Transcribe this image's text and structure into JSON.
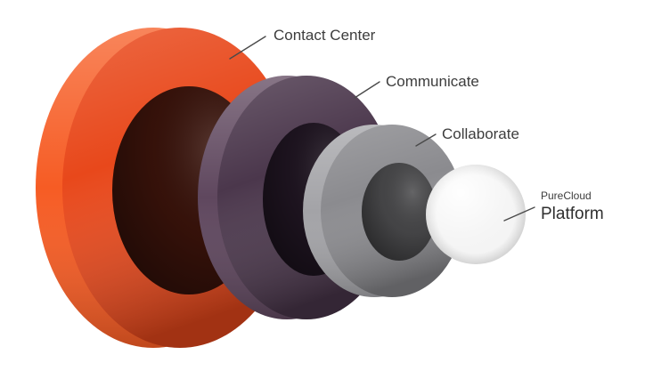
{
  "title": "PureCloud platform concentric layers diagram",
  "background": "#ffffff",
  "text_color": "#3d3d3d",
  "line_color": "#4a4a4a",
  "rings": [
    {
      "name": "contact-center",
      "label": "Contact Center",
      "face_color": "#e8481b",
      "side_color": "#f65c24",
      "hole_color": "#38120a"
    },
    {
      "name": "communicate",
      "label": "Communicate",
      "face_color": "#4b374c",
      "side_color": "#5f475e",
      "hole_color": "#1e1420"
    },
    {
      "name": "collaborate",
      "label": "Collaborate",
      "face_color": "#8b8b8f",
      "side_color": "#a3a3a7",
      "hole_color": "#474749"
    },
    {
      "name": "platform",
      "label_top": "PureCloud",
      "label": "Platform",
      "color": "#f2f2f2"
    }
  ]
}
